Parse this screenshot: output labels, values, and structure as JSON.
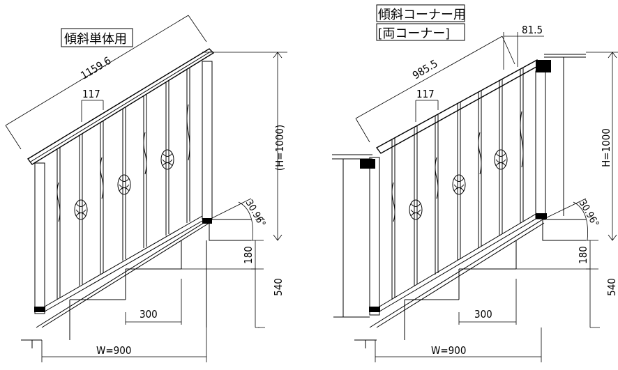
{
  "left_drawing": {
    "title": "傾斜単体用",
    "rail_length": "1159.6",
    "baluster_pitch": "117",
    "height": "(H=1000)",
    "angle": "30.96°",
    "riser": "180",
    "total_rise": "540",
    "tread": "300",
    "width": "W=900"
  },
  "right_drawing": {
    "title_line1": "傾斜コーナー用",
    "title_line2": "[両コーナー]",
    "rail_length": "985.5",
    "offset": "81.5",
    "baluster_pitch": "117",
    "height": "H=1000",
    "angle": "30.96°",
    "riser": "180",
    "total_rise": "540",
    "tread": "300",
    "width": "W=900"
  }
}
